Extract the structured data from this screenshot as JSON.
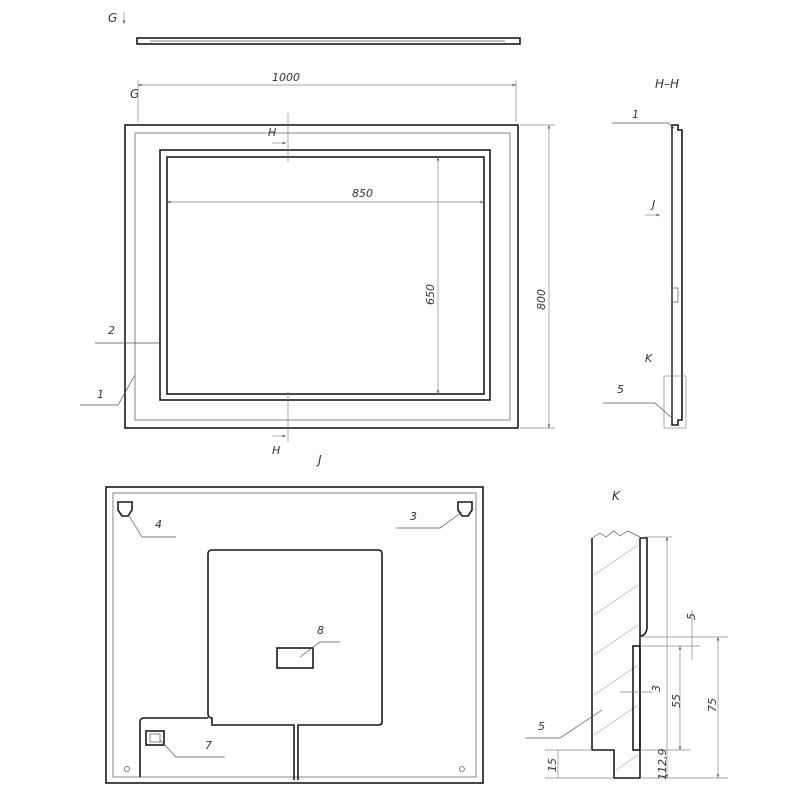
{
  "views": {
    "top": {
      "label": "G"
    },
    "front": {
      "label": "G",
      "width": "1000",
      "height": "800",
      "mirror_width": "850",
      "mirror_height": "650",
      "section_mark": "H"
    },
    "section": {
      "label": "H–H",
      "view_mark": "J",
      "detail_mark": "K"
    },
    "back": {
      "label": "J"
    },
    "detail": {
      "label": "K",
      "dims": {
        "gap": "5",
        "thickness": "3",
        "plate": "55",
        "total": "75",
        "offset": "112,9",
        "bottom": "15"
      }
    }
  },
  "callouts": {
    "frame": "1",
    "mirror": "2",
    "hanger_right": "3",
    "hanger_left": "4",
    "profile": "5",
    "switch": "7",
    "label_plate": "8"
  }
}
